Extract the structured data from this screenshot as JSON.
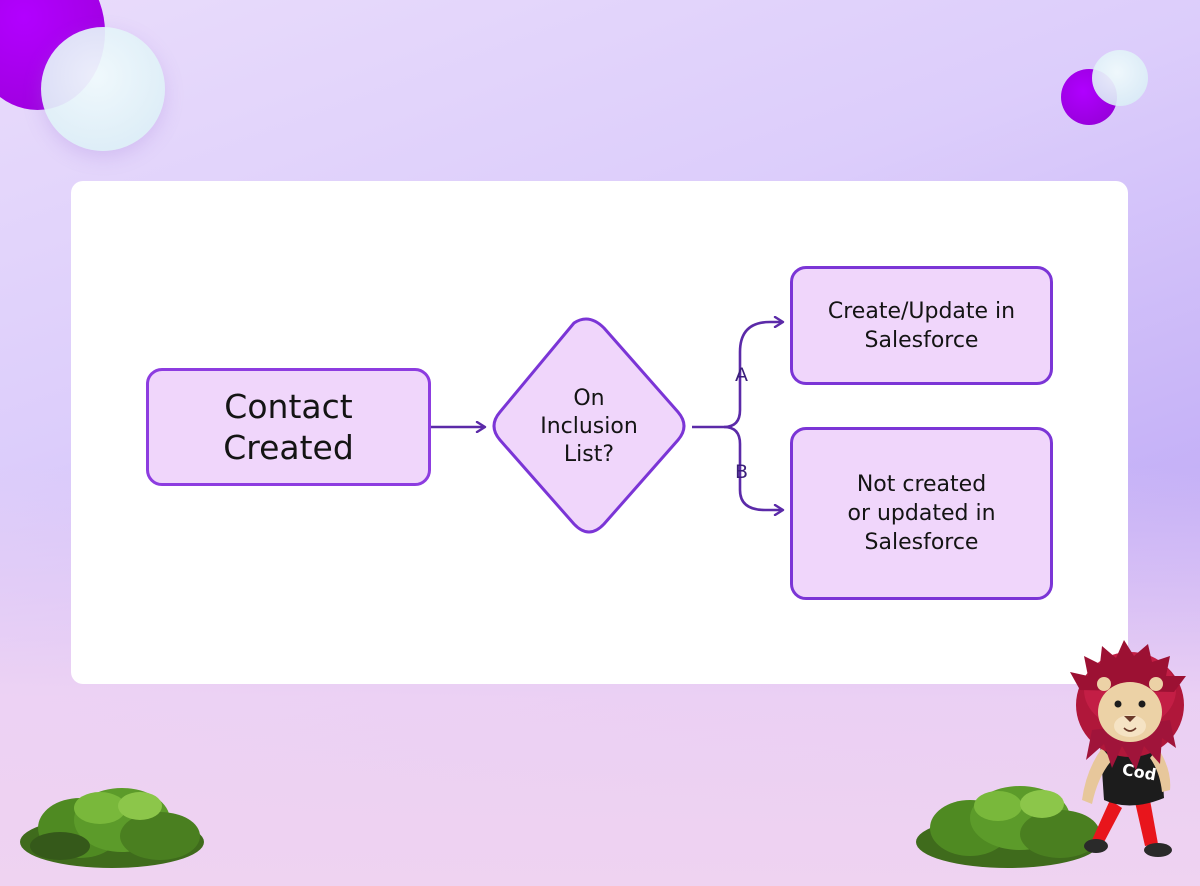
{
  "diagram": {
    "nodes": {
      "start": "Contact\nCreated",
      "decision": "On\nInclusion\nList?",
      "option_a": "Create/Update in\nSalesforce",
      "option_b": "Not created\nor updated in\nSalesforce"
    },
    "branch_labels": {
      "a": "A",
      "b": "B"
    }
  },
  "colors": {
    "node_fill": "#f0d6fb",
    "node_border": "#7b35d6",
    "arrow": "#5b2aa8",
    "accent_magenta": "#a600e6"
  },
  "mascot_shirt_text": "Codey"
}
